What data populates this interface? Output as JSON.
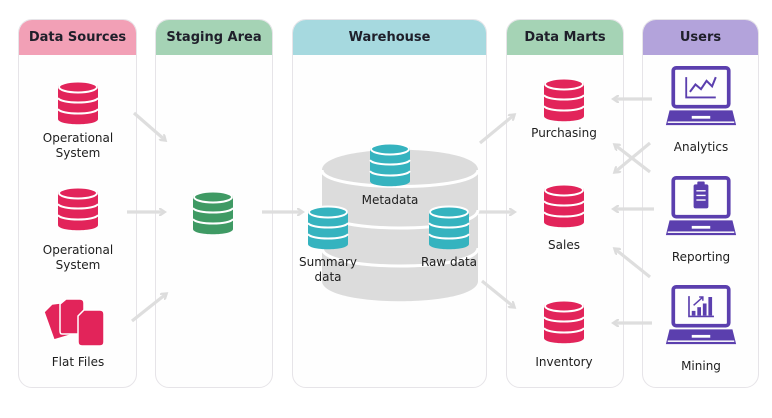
{
  "columns": [
    {
      "title": "Data Sources",
      "color": "#f2a0b6"
    },
    {
      "title": "Staging Area",
      "color": "#a5d3b5"
    },
    {
      "title": "Warehouse",
      "color": "#a6d9df"
    },
    {
      "title": "Data Marts",
      "color": "#a5d3b5"
    },
    {
      "title": "Users",
      "color": "#b3a3db"
    }
  ],
  "sources": [
    {
      "label_line1": "Operational",
      "label_line2": "System",
      "icon": "database-icon"
    },
    {
      "label_line1": "Operational",
      "label_line2": "System",
      "icon": "database-icon"
    },
    {
      "label_line1": "Flat Files",
      "icon": "files-icon"
    }
  ],
  "staging": {
    "icon": "database-icon"
  },
  "warehouse": {
    "metadata": "Metadata",
    "summary_line1": "Summary",
    "summary_line2": "data",
    "raw": "Raw data"
  },
  "marts": [
    {
      "label": "Purchasing"
    },
    {
      "label": "Sales"
    },
    {
      "label": "Inventory"
    }
  ],
  "users": [
    {
      "label": "Analytics",
      "icon": "line-chart-laptop-icon"
    },
    {
      "label": "Reporting",
      "icon": "clipboard-laptop-icon"
    },
    {
      "label": "Mining",
      "icon": "bar-chart-laptop-icon"
    }
  ],
  "colors": {
    "source_db": "#e2245a",
    "staging_db": "#3f9a64",
    "warehouse_db": "#35b3bf",
    "warehouse_base": "#dcdcdc",
    "user_laptop": "#5b3fae",
    "arrow": "#dedede"
  }
}
